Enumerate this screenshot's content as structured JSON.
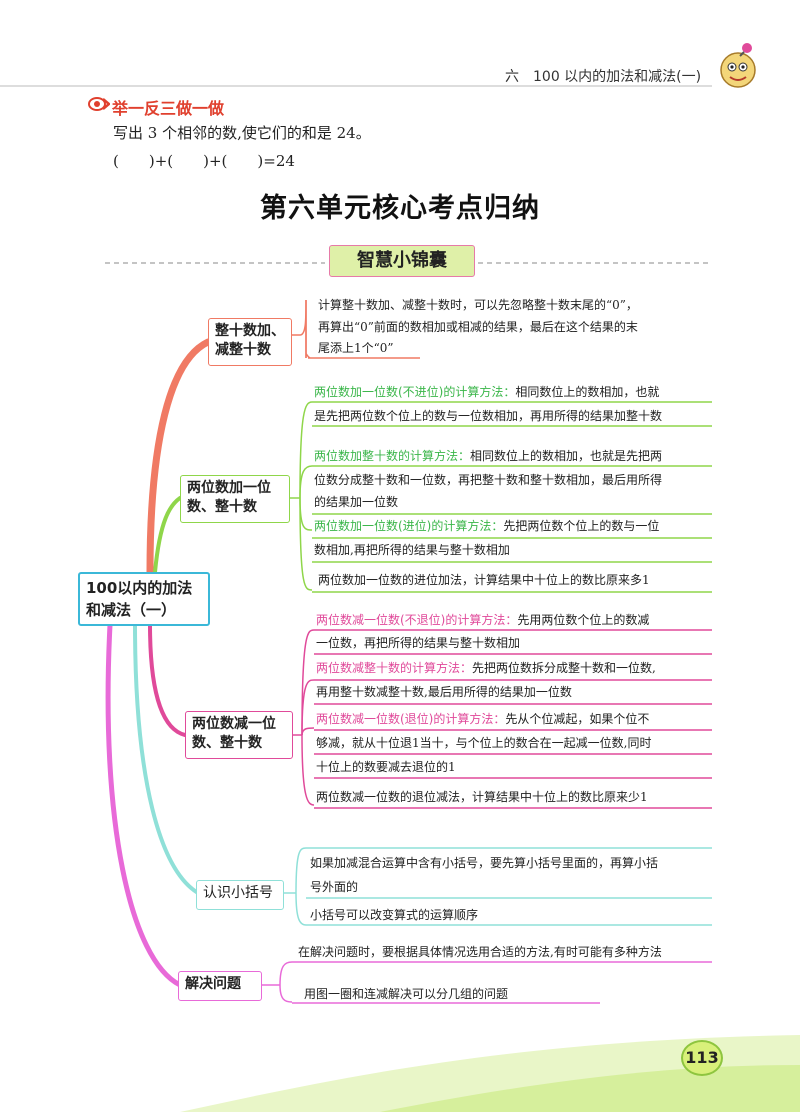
{
  "header": {
    "chapter_text": "六　100 以内的加法和减法(一)"
  },
  "exercise": {
    "title": "举一反三做一做",
    "prompt": "写出 3 个相邻的数,使它们的和是 24。",
    "formula": "(　　)+(　　)+(　　)=24"
  },
  "main_title": "第六单元核心考点归纳",
  "banner": "智慧小锦囊",
  "mindmap": {
    "root": {
      "line1": "100以内的加法",
      "line2": "和减法（一）"
    },
    "branches": [
      {
        "line1": "整十数加、",
        "line2": "减整十数",
        "color": "#f07a64",
        "leaves": [
          {
            "text": "计算整十数加、减整十数时，可以先忽略整十数末尾的“0”，",
            "hl": ""
          },
          {
            "text": "再算出“0”前面的数相加或相减的结果，最后在这个结果的末",
            "hl": ""
          },
          {
            "text": "尾添上1个“0”",
            "hl": ""
          }
        ]
      },
      {
        "line1": "两位数加一位",
        "line2": "数、整十数",
        "color": "#8fd64a",
        "leaves": [
          {
            "hl": "两位数加一位数(不进位)的计算方法：",
            "text": "相同数位上的数相加，也就"
          },
          {
            "hl": "",
            "text": "是先把两位数个位上的数与一位数相加，再用所得的结果加整十数"
          },
          {
            "hl": "两位数加整十数的计算方法：",
            "text": "相同数位上的数相加，也就是先把两"
          },
          {
            "hl": "",
            "text": "位数分成整十数和一位数，再把整十数和整十数相加，最后用所得"
          },
          {
            "hl": "",
            "text": "的结果加一位数"
          },
          {
            "hl": "两位数加一位数(进位)的计算方法：",
            "text": "先把两位数个位上的数与一位"
          },
          {
            "hl": "",
            "text": "数相加,再把所得的结果与整十数相加"
          },
          {
            "hl": "",
            "text": "两位数加一位数的进位加法，计算结果中十位上的数比原来多1"
          }
        ]
      },
      {
        "line1": "两位数减一位",
        "line2": "数、整十数",
        "color": "#e04a9a",
        "leaves": [
          {
            "hl": "两位数减一位数(不退位)的计算方法：",
            "text": "先用两位数个位上的数减"
          },
          {
            "hl": "",
            "text": "一位数，再把所得的结果与整十数相加"
          },
          {
            "hl": "两位数减整十数的计算方法：",
            "text": "先把两位数拆分成整十数和一位数,"
          },
          {
            "hl": "",
            "text": "再用整十数减整十数,最后用所得的结果加一位数"
          },
          {
            "hl": "两位数减一位数(退位)的计算方法：",
            "text": "先从个位减起，如果个位不"
          },
          {
            "hl": "",
            "text": "够减，就从十位退1当十，与个位上的数合在一起减一位数,同时"
          },
          {
            "hl": "",
            "text": "十位上的数要减去退位的1"
          },
          {
            "hl": "",
            "text": "两位数减一位数的退位减法，计算结果中十位上的数比原来少1"
          }
        ]
      },
      {
        "line1": "认识小括号",
        "line2": "",
        "color": "#8fe0d8",
        "leaves": [
          {
            "hl": "",
            "text": "如果加减混合运算中含有小括号，要先算小括号里面的，再算小括"
          },
          {
            "hl": "",
            "text": "号外面的"
          },
          {
            "hl": "",
            "text": "小括号可以改变算式的运算顺序"
          }
        ]
      },
      {
        "line1": "解决问题",
        "line2": "",
        "color": "#e86ad8",
        "leaves": [
          {
            "hl": "",
            "text": "在解决问题时，要根据具体情况选用合适的方法,有时可能有多种方法"
          },
          {
            "hl": "",
            "text": "用图一圈和连减解决可以分几组的问题"
          }
        ]
      }
    ]
  },
  "page_number": "113",
  "icons": {
    "exercise_icon": "eye-arrow-icon",
    "mascot": "mascot-icon"
  }
}
